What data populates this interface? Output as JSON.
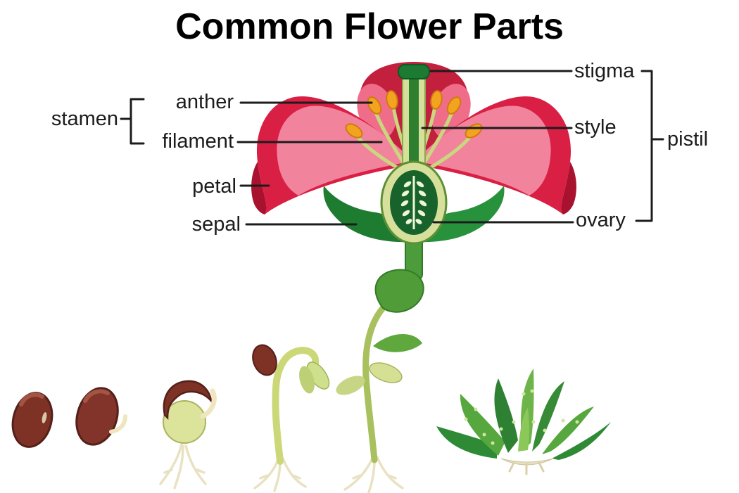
{
  "title": "Common Flower Parts",
  "labels": {
    "stamen": "stamen",
    "anther": "anther",
    "filament": "filament",
    "petal": "petal",
    "sepal": "sepal",
    "stigma": "stigma",
    "style": "style",
    "pistil": "pistil",
    "ovary": "ovary"
  },
  "illustrations": {
    "flower": "flower-cross-section",
    "germination_stages": [
      "seed",
      "seed-with-radicle",
      "germinating-seed-with-roots",
      "hooked-seedling",
      "young-seedling-with-leaves",
      "mature-leafy-plant"
    ]
  },
  "colors": {
    "background": "#ffffff",
    "text": "#1c1c1c",
    "petal_red": "#d91f44",
    "petal_pink": "#f2839d",
    "leaf_dark_green": "#1e7c31",
    "leaf_green": "#56a73e",
    "pistil_pale": "#d6e09a",
    "ovary_green": "#18632b",
    "anther_orange": "#f3a41f",
    "seed_brown": "#7e3226",
    "root_cream": "#e9e2c2"
  }
}
